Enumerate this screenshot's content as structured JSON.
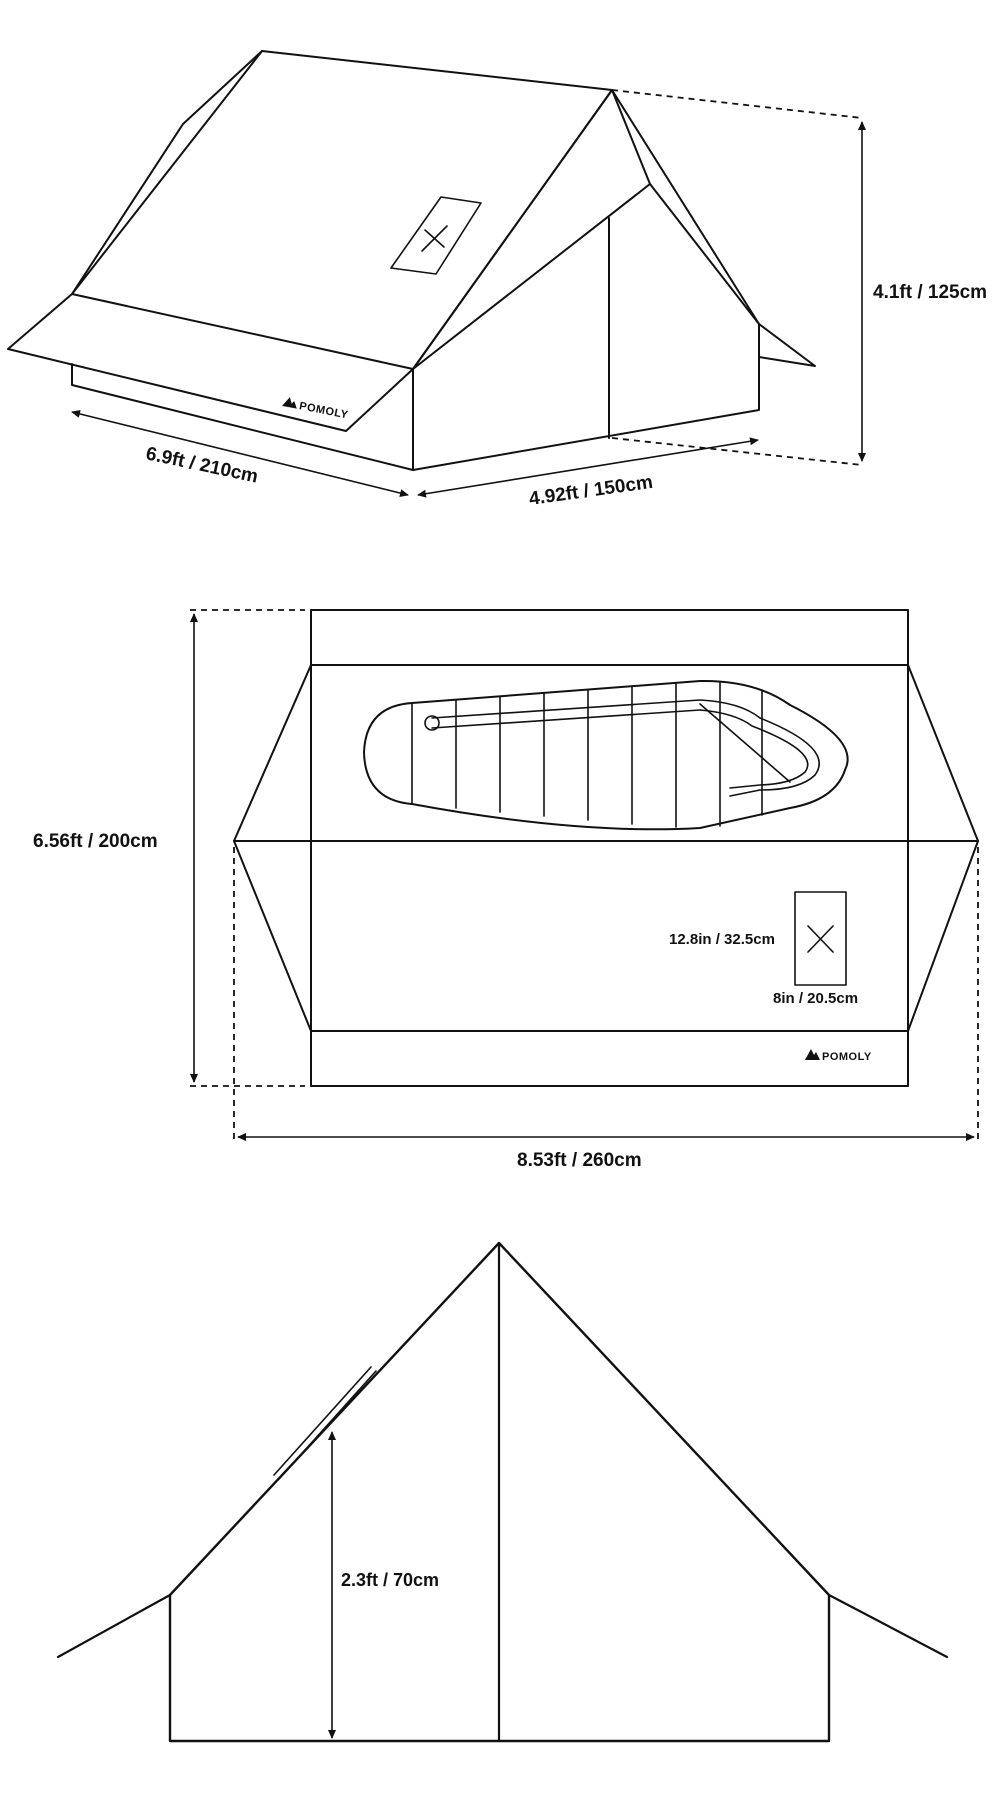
{
  "brand": {
    "name": "POMOLY"
  },
  "views": {
    "perspective": {
      "height_label": "4.1ft / 125cm",
      "length_label": "6.9ft / 210cm",
      "width_label": "4.92ft / 150cm"
    },
    "top": {
      "depth_label": "6.56ft / 200cm",
      "total_width_label": "8.53ft / 260cm",
      "window_height_label": "12.8in / 32.5cm",
      "window_width_label": "8in / 20.5cm"
    },
    "front": {
      "wall_height_label": "2.3ft / 70cm"
    }
  },
  "icons": [
    "pomoly-logo-icon",
    "window-x-icon",
    "sleeping-bag-icon"
  ],
  "colors": {
    "line": "#111111",
    "background": "#ffffff"
  }
}
